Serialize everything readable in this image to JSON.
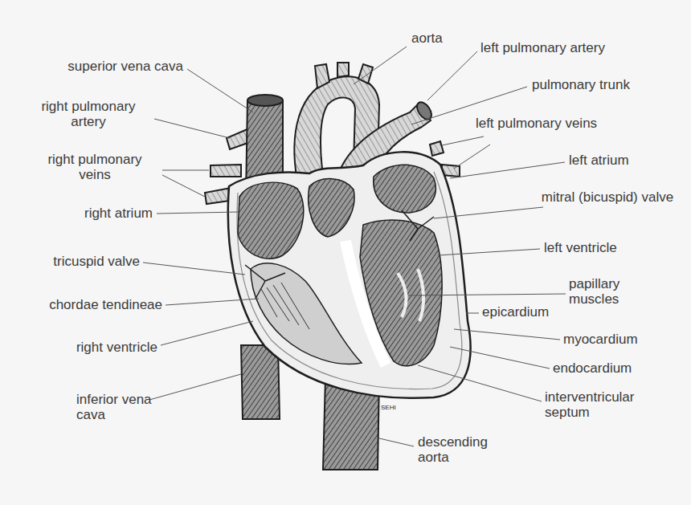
{
  "diagram": {
    "labels": [
      "aorta",
      "left pulmonary artery",
      "superior vena cava",
      "pulmonary trunk",
      "right pulmonary artery",
      "left pulmonary veins",
      "left atrium",
      "right pulmonary veins",
      "mitral (bicuspid) valve",
      "right atrium",
      "left ventricle",
      "tricuspid valve",
      "papillary muscles",
      "chordae tendineae",
      "epicardium",
      "myocardium",
      "right ventricle",
      "endocardium",
      "inferior vena cava",
      "interventricular septum",
      "descending aorta",
      "SEHI"
    ]
  }
}
